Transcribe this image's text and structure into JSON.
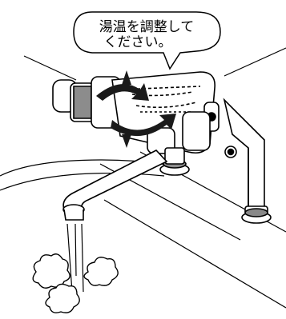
{
  "speech_bubble": {
    "line1": "湯温を調整して",
    "line2": "ください。"
  },
  "colors": {
    "ink": "#000000",
    "arrow_fill": "#1a1a1a",
    "chrome_gray": "#8c8c8c",
    "shadow_gray": "#5a5a5a",
    "highlight": "#ffffff"
  },
  "icons": {
    "rotate_arrows": "curved-double-arrow-icon",
    "faucet": "mixing-faucet-illustration"
  }
}
